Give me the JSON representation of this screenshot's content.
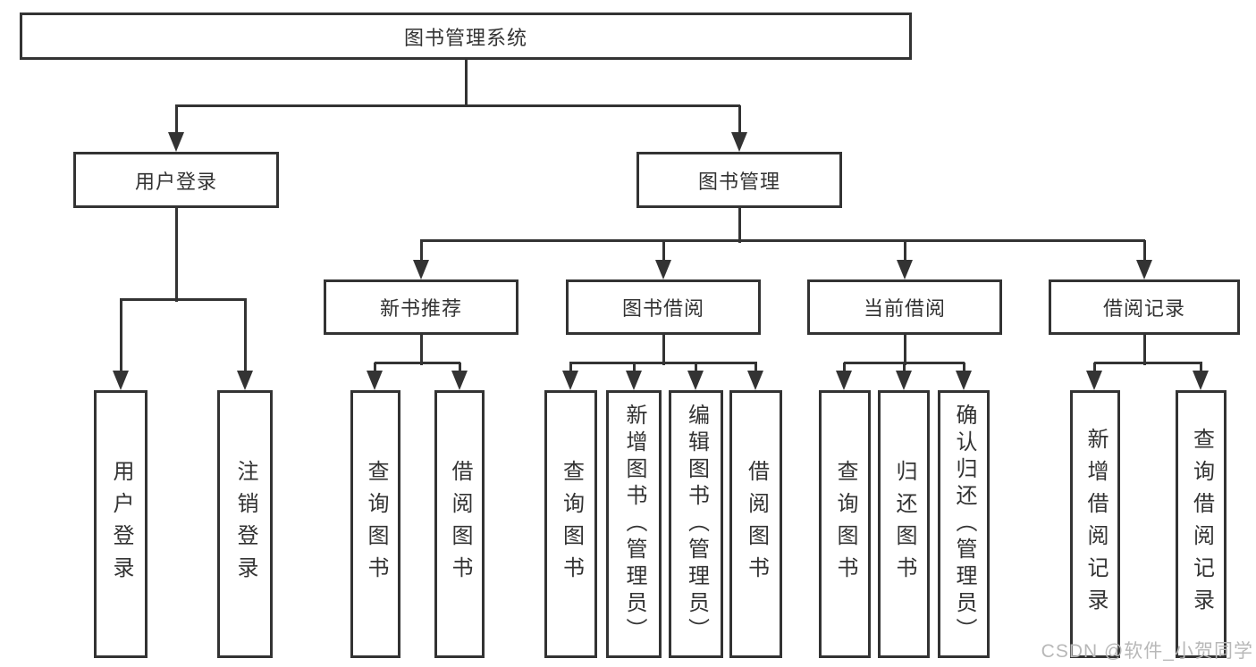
{
  "nodes": {
    "root": "图书管理系统",
    "user_login": "用户登录",
    "book_management": "图书管理",
    "new_book_recommendation": "新书推荐",
    "book_borrowing": "图书借阅",
    "current_borrowing": "当前借阅",
    "borrowing_records": "借阅记录"
  },
  "leaves": {
    "user_login": [
      "用户登录",
      "注销登录"
    ],
    "new_book_recommendation": [
      "查询图书",
      "借阅图书"
    ],
    "book_borrowing": [
      "查询图书",
      "新增图书（管理员）",
      "编辑图书（管理员）",
      "借阅图书"
    ],
    "current_borrowing": [
      "查询图书",
      "归还图书",
      "确认归还（管理员）"
    ],
    "borrowing_records": [
      "新增借阅记录",
      "查询借阅记录"
    ]
  },
  "watermark": "CSDN @软件_小贺同学",
  "colors": {
    "line": "#333333",
    "text": "#333333",
    "background": "#ffffff",
    "watermark": "#b8b8b8"
  }
}
